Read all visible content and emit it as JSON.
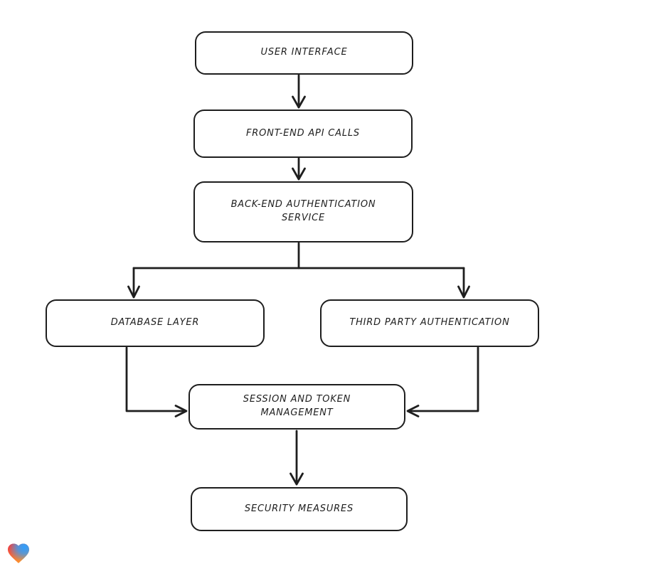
{
  "page": {
    "background": "#ffffff"
  },
  "diagram": {
    "type": "flowchart",
    "style": "hand-drawn",
    "stroke_color": "#1e1e1e",
    "node_fill": "#ffffff",
    "nodes": [
      {
        "id": "user-interface",
        "label": "USER INTERFACE"
      },
      {
        "id": "front-end-api-calls",
        "label": "FRONT-END API CALLS"
      },
      {
        "id": "back-end-authentication-service",
        "label": "BACK-END AUTHENTICATION SERVICE"
      },
      {
        "id": "database-layer",
        "label": "DATABASE LAYER"
      },
      {
        "id": "third-party-authentication",
        "label": "THIRD PARTY AUTHENTICATION"
      },
      {
        "id": "session-and-token-management",
        "label": "SESSION AND TOKEN MANAGEMENT"
      },
      {
        "id": "security-measures",
        "label": "SECURITY MEASURES"
      }
    ],
    "edges": [
      {
        "from": "user-interface",
        "to": "front-end-api-calls"
      },
      {
        "from": "front-end-api-calls",
        "to": "back-end-authentication-service"
      },
      {
        "from": "back-end-authentication-service",
        "to": "database-layer"
      },
      {
        "from": "back-end-authentication-service",
        "to": "third-party-authentication"
      },
      {
        "from": "database-layer",
        "to": "session-and-token-management"
      },
      {
        "from": "third-party-authentication",
        "to": "session-and-token-management"
      },
      {
        "from": "session-and-token-management",
        "to": "security-measures"
      }
    ]
  },
  "logo": {
    "name": "gradient-heart",
    "colors": [
      "#f5313d",
      "#2e9fff",
      "#ff9b29"
    ]
  }
}
